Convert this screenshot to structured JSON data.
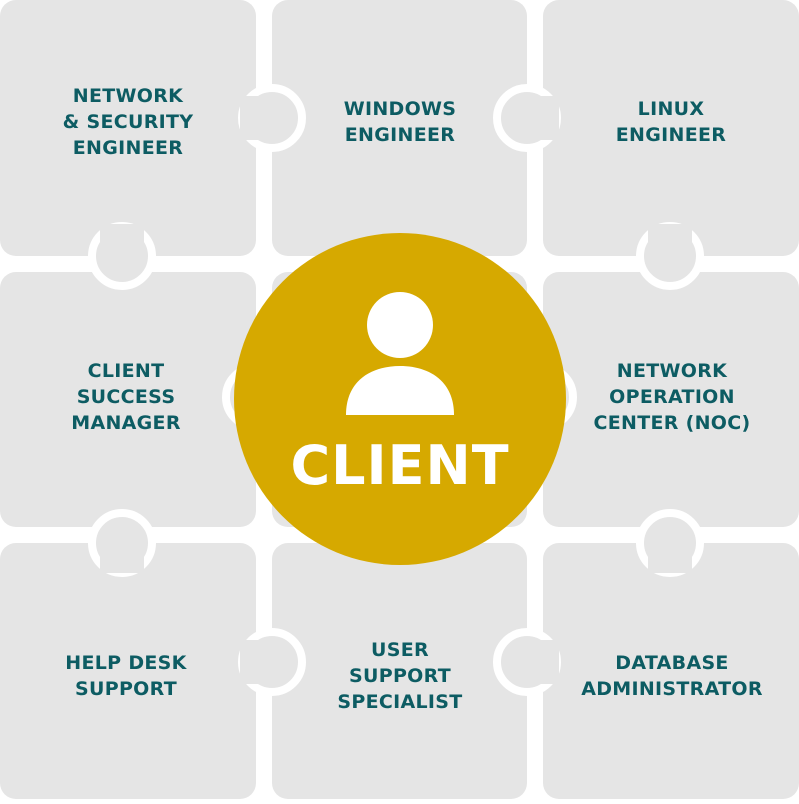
{
  "colors": {
    "tile": "#e5e5e5",
    "gap": "#ffffff",
    "label_text": "#0d5c63",
    "center_fill": "#d6a900",
    "center_text": "#ffffff"
  },
  "center": {
    "label": "CLIENT",
    "icon": "person-icon"
  },
  "tiles": [
    {
      "id": "top-left",
      "label": "NETWORK\n& SECURITY\nENGINEER"
    },
    {
      "id": "top-middle",
      "label": "WINDOWS\nENGINEER"
    },
    {
      "id": "top-right",
      "label": "LINUX\nENGINEER"
    },
    {
      "id": "middle-left",
      "label": "CLIENT\nSUCCESS\nMANAGER"
    },
    {
      "id": "middle-right",
      "label": "NETWORK\nOPERATION\nCENTER (NOC)"
    },
    {
      "id": "bottom-left",
      "label": "HELP DESK\nSUPPORT"
    },
    {
      "id": "bottom-middle",
      "label": "USER\nSUPPORT\nSPECIALIST"
    },
    {
      "id": "bottom-right",
      "label": "DATABASE\nADMINISTRATOR"
    }
  ]
}
